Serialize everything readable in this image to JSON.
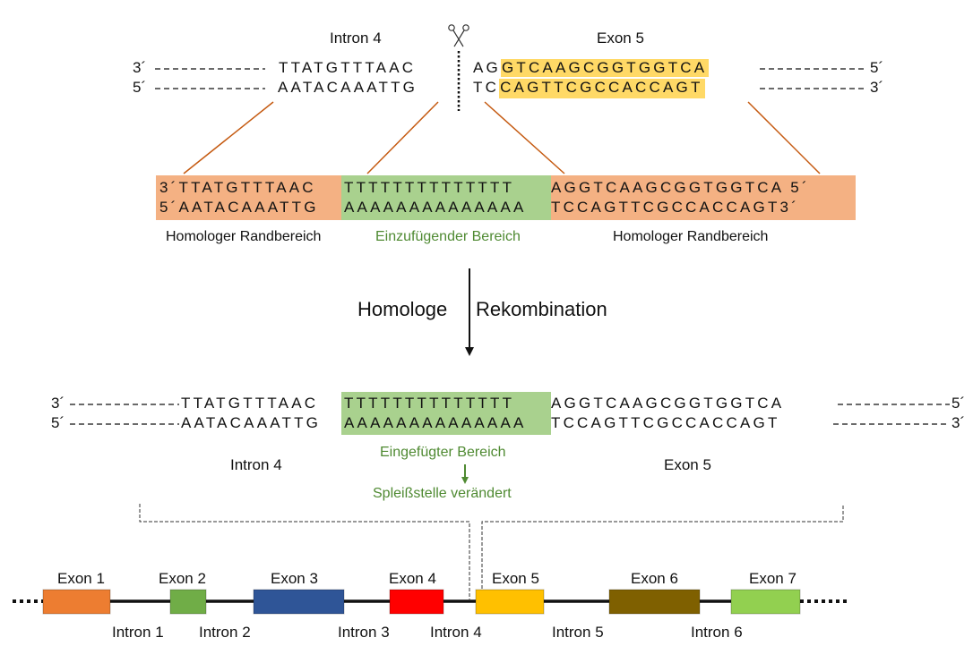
{
  "top": {
    "intron_label": "Intron 4",
    "exon_label": "Exon 5",
    "strand_top_left_end": "3´",
    "strand_bottom_left_end": "5´",
    "strand_top_right_end": "5´",
    "strand_bottom_right_end": "3´",
    "intron_top_seq": "TTATGTTTAAC",
    "intron_bottom_seq": "AATACAAATTG",
    "exon_top_prefix": "AG",
    "exon_top_seq": "GTCAAGCGGTGGTCA",
    "exon_bottom_prefix": "TC",
    "exon_bottom_seq": "CAGTTCGCCACCAGT",
    "scissors_icon": "scissors-icon"
  },
  "donor": {
    "left_top": "3´TTATGTTTAAC",
    "left_bottom": "5´AATACAAATTG",
    "insert_top": "TTTTTTTTTTTTTT",
    "insert_bottom": "AAAAAAAAAAAAAA",
    "right_top": "AGGTCAAGCGGTGGTCA 5´",
    "right_bottom": "TCCAGTTCGCCACCAGT3´",
    "label_left": "Homologer Randbereich",
    "label_middle": "Einzufügender Bereich",
    "label_right": "Homologer Randbereich"
  },
  "process": {
    "left": "Homologe",
    "right": "Rekombination"
  },
  "result": {
    "left_top_end": "3´",
    "left_bottom_end": "5´",
    "right_top_end": "5´",
    "right_bottom_end": "3´",
    "left_top": "TTATGTTTAAC",
    "left_bottom": "AATACAAATTG",
    "insert_top": "TTTTTTTTTTTTTT",
    "insert_bottom": "AAAAAAAAAAAAAA",
    "right_top": "AGGTCAAGCGGTGGTCA",
    "right_bottom": "TCCAGTTCGCCACCAGT",
    "intron_label": "Intron 4",
    "exon_label": "Exon 5",
    "inserted_label": "Eingefügter Bereich",
    "splice_label": "Spleißstelle verändert"
  },
  "gene": {
    "exons": [
      {
        "label": "Exon 1",
        "color": "#ed7d31"
      },
      {
        "label": "Exon 2",
        "color": "#70ad47"
      },
      {
        "label": "Exon 3",
        "color": "#2f5597"
      },
      {
        "label": "Exon 4",
        "color": "#ff0000"
      },
      {
        "label": "Exon 5",
        "color": "#ffc000"
      },
      {
        "label": "Exon 6",
        "color": "#7f6000"
      },
      {
        "label": "Exon 7",
        "color": "#92d050"
      }
    ],
    "introns": [
      "Intron 1",
      "Intron 2",
      "Intron 3",
      "Intron 4",
      "Intron 5",
      "Intron 6"
    ]
  },
  "colors": {
    "connector": "#c55a11",
    "homolog": "#f4b183",
    "insert": "#a9d18e",
    "exon_highlight": "#ffd966",
    "green_text": "#4f8a32"
  }
}
